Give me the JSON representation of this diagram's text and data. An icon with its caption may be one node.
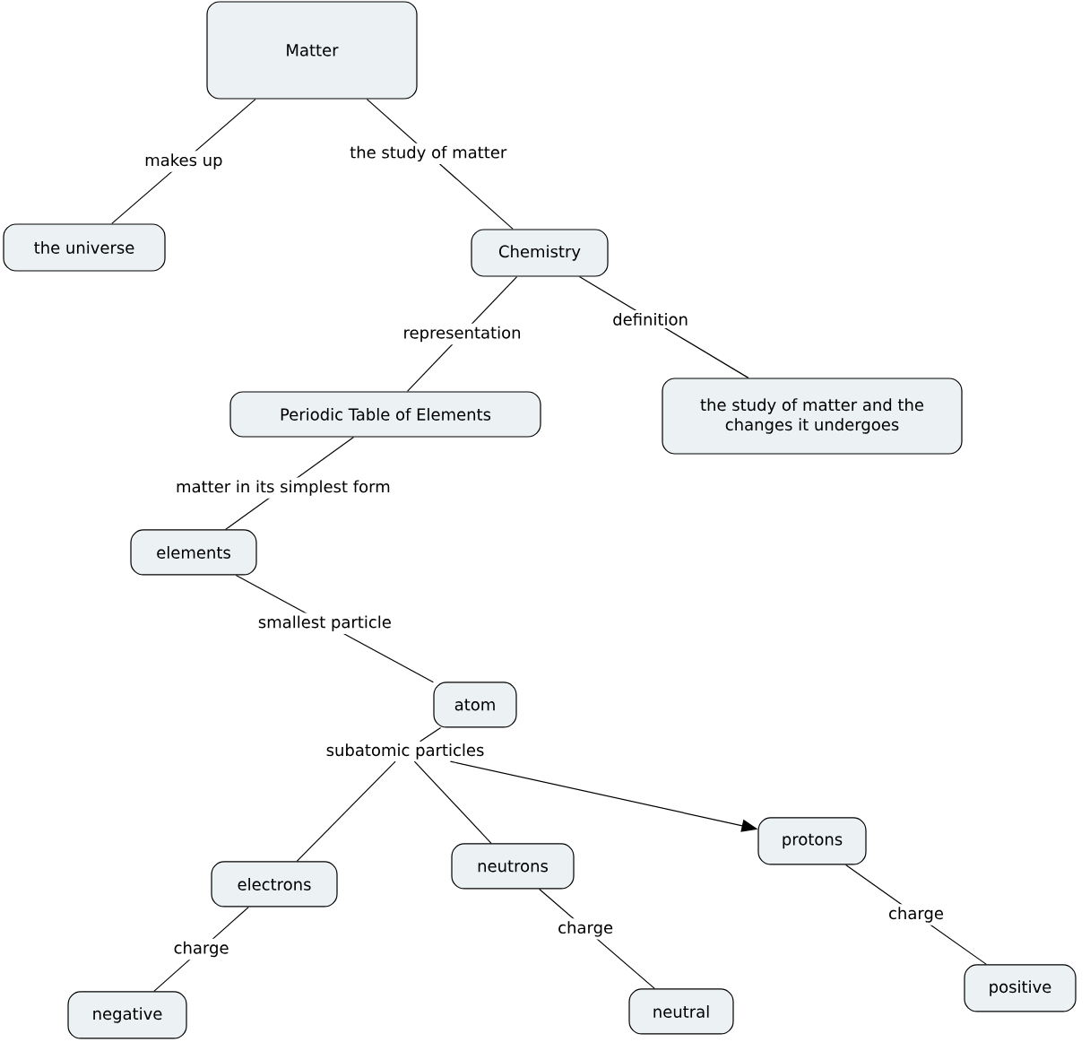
{
  "diagram": {
    "nodes": [
      {
        "text": [
          "Matter"
        ]
      },
      {
        "text": [
          "the universe"
        ]
      },
      {
        "text": [
          "Chemistry"
        ]
      },
      {
        "text": [
          "Periodic Table of Elements"
        ]
      },
      {
        "text": [
          "the study of matter and the changes it undergoes"
        ]
      },
      {
        "text": [
          "elements"
        ]
      },
      {
        "text": [
          "atom"
        ]
      },
      {
        "text": [
          "subatomic particles"
        ]
      },
      {
        "text": [
          "electrons"
        ]
      },
      {
        "text": [
          "neutrons"
        ]
      },
      {
        "text": [
          "protons"
        ]
      },
      {
        "text": [
          "negative"
        ]
      },
      {
        "text": [
          "neutral"
        ]
      },
      {
        "text": [
          "positive"
        ]
      }
    ],
    "edges": [
      {
        "from": 0,
        "to": 1,
        "arrow": "none",
        "label": "makes up"
      },
      {
        "from": 0,
        "to": 2,
        "arrow": "none",
        "label": "the study of matter"
      },
      {
        "from": 2,
        "to": 3,
        "arrow": "none",
        "label": "representation"
      },
      {
        "from": 2,
        "to": 4,
        "arrow": "none",
        "label": "definition"
      },
      {
        "from": 3,
        "to": 5,
        "arrow": "none",
        "label": "matter in its simplest form"
      },
      {
        "from": 5,
        "to": 6,
        "arrow": "none",
        "label": "smallest particle"
      },
      {
        "from": 6,
        "to": 7,
        "arrow": "none"
      },
      {
        "from": 7,
        "to": 8,
        "arrow": "none"
      },
      {
        "from": 7,
        "to": 9,
        "arrow": "none"
      },
      {
        "from": 7,
        "to": 10,
        "arrow": "to"
      },
      {
        "from": 8,
        "to": 11,
        "arrow": "none",
        "label": "charge"
      },
      {
        "from": 9,
        "to": 12,
        "arrow": "none",
        "label": "charge"
      },
      {
        "from": 10,
        "to": 13,
        "arrow": "none",
        "label": "charge"
      }
    ]
  }
}
